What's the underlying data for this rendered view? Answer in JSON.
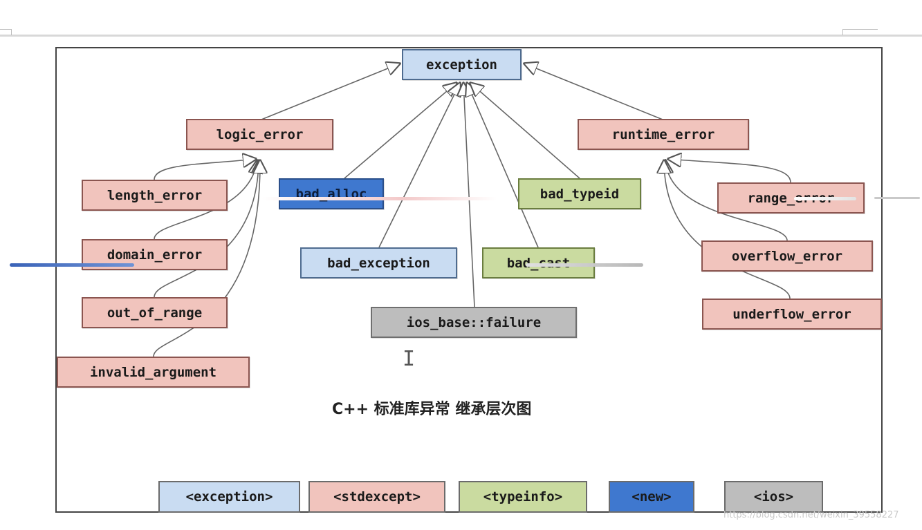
{
  "diagram": {
    "caption": "C++ 标准库异常 继承层次图",
    "nodes": {
      "exception": "exception",
      "logic_error": "logic_error",
      "runtime_error": "runtime_error",
      "length_error": "length_error",
      "domain_error": "domain_error",
      "out_of_range": "out_of_range",
      "invalid_argument": "invalid_argument",
      "bad_alloc": "bad_alloc",
      "bad_exception": "bad_exception",
      "ios_base_failure": "ios_base::failure",
      "bad_typeid": "bad_typeid",
      "bad_cast": "bad_cast",
      "range_error": "range_error",
      "overflow_error": "overflow_error",
      "underflow_error": "underflow_error"
    },
    "legend": {
      "exception": "<exception>",
      "stdexcept": "<stdexcept>",
      "typeinfo": "<typeinfo>",
      "new": "<new>",
      "ios": "<ios>"
    },
    "colors": {
      "exception": "#c9dcf2",
      "stdexcept": "#f1c4bd",
      "typeinfo": "#cadba0",
      "new": "#3f78cf",
      "ios": "#bdbdbd"
    }
  },
  "watermark": "https://blog.csdn.net/weixin_39558227"
}
